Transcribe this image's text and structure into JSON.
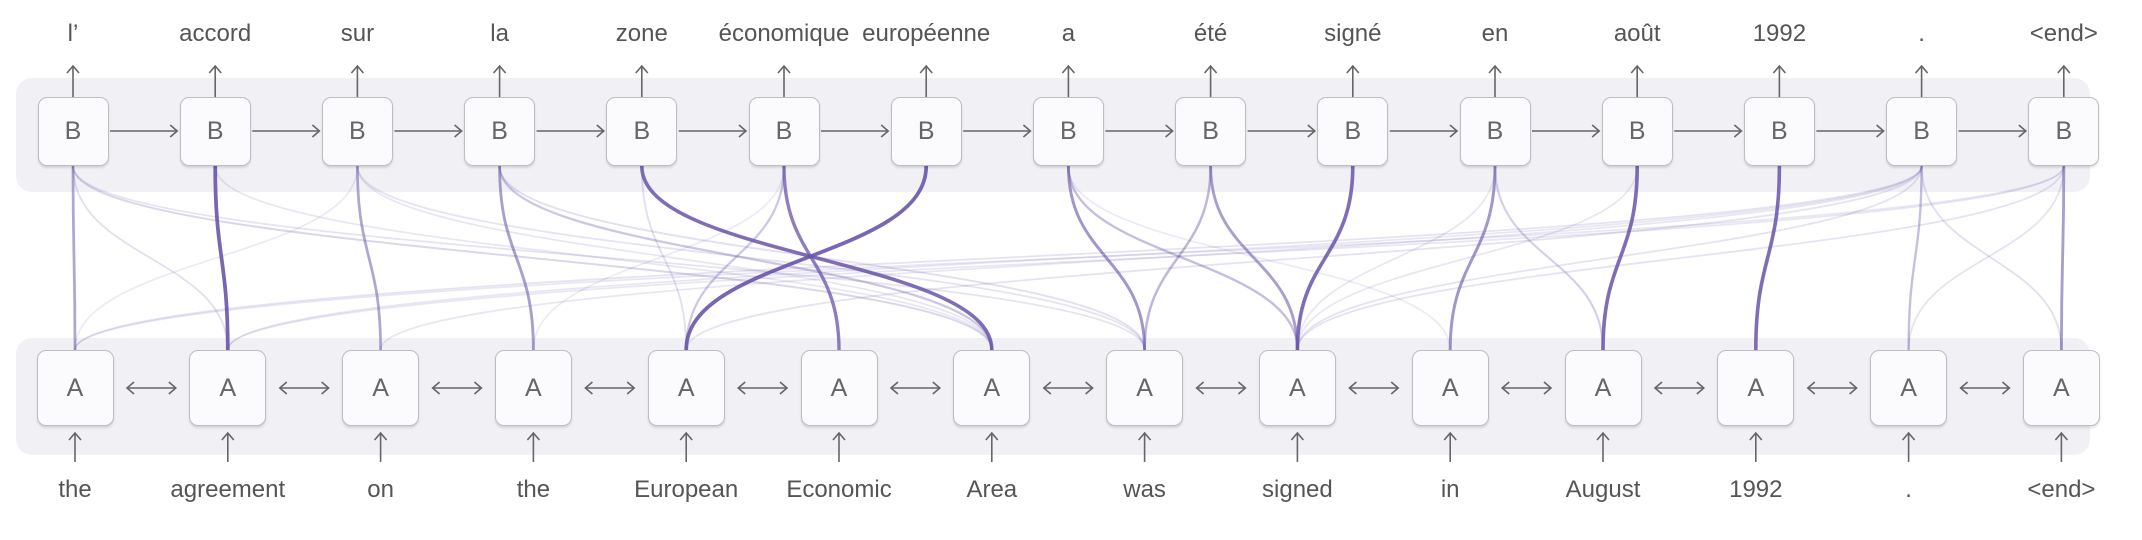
{
  "decoder": {
    "cell_label": "B",
    "outputs": [
      "l’",
      "accord",
      "sur",
      "la",
      "zone",
      "économique",
      "européenne",
      "a",
      "été",
      "signé",
      "en",
      "août",
      "1992",
      ".",
      "<end>"
    ]
  },
  "encoder": {
    "cell_label": "A",
    "inputs": [
      "the",
      "agreement",
      "on",
      "the",
      "European",
      "Economic",
      "Area",
      "was",
      "signed",
      "in",
      "August",
      "1992",
      ".",
      "<end>"
    ]
  },
  "colors": {
    "attention": "#6a56aa",
    "panel": "#f1f1f5",
    "arrow": "#666666"
  },
  "attention": [
    [
      0,
      0,
      0.5
    ],
    [
      1,
      1,
      0.9
    ],
    [
      2,
      2,
      0.5
    ],
    [
      3,
      3,
      0.55
    ],
    [
      4,
      6,
      0.85
    ],
    [
      4,
      4,
      0.15
    ],
    [
      5,
      5,
      0.75
    ],
    [
      5,
      4,
      0.3
    ],
    [
      6,
      4,
      0.9
    ],
    [
      7,
      7,
      0.6
    ],
    [
      7,
      8,
      0.35
    ],
    [
      8,
      7,
      0.4
    ],
    [
      8,
      8,
      0.55
    ],
    [
      9,
      8,
      0.85
    ],
    [
      10,
      9,
      0.6
    ],
    [
      10,
      10,
      0.25
    ],
    [
      11,
      10,
      0.85
    ],
    [
      12,
      11,
      0.85
    ],
    [
      13,
      12,
      0.35
    ],
    [
      13,
      13,
      0.15
    ],
    [
      14,
      13,
      0.55
    ],
    [
      0,
      1,
      0.15
    ],
    [
      0,
      6,
      0.2
    ],
    [
      0,
      7,
      0.12
    ],
    [
      1,
      6,
      0.1
    ],
    [
      2,
      0,
      0.08
    ],
    [
      2,
      6,
      0.1
    ],
    [
      3,
      6,
      0.3
    ],
    [
      3,
      7,
      0.15
    ],
    [
      2,
      7,
      0.12
    ],
    [
      13,
      0,
      0.12
    ],
    [
      13,
      1,
      0.1
    ],
    [
      13,
      2,
      0.1
    ],
    [
      13,
      4,
      0.12
    ],
    [
      13,
      8,
      0.12
    ],
    [
      14,
      0,
      0.1
    ],
    [
      14,
      1,
      0.1
    ],
    [
      14,
      8,
      0.12
    ],
    [
      14,
      12,
      0.12
    ],
    [
      7,
      9,
      0.08
    ],
    [
      10,
      8,
      0.1
    ],
    [
      5,
      3,
      0.08
    ],
    [
      11,
      8,
      0.1
    ]
  ]
}
